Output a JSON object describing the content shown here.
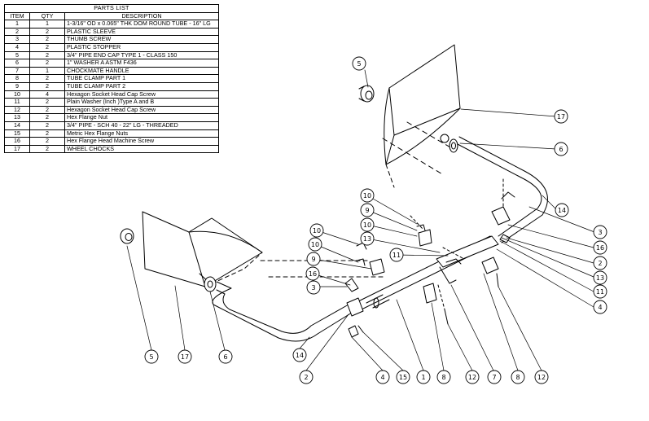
{
  "parts_list": {
    "title": "PARTS LIST",
    "columns": [
      "ITEM",
      "QTY",
      "DESCRIPTION"
    ],
    "rows": [
      {
        "item": "1",
        "qty": "1",
        "desc": "1-3/16\" OD x 0.065\" THK DOM ROUND TUBE - 16\" LG"
      },
      {
        "item": "2",
        "qty": "2",
        "desc": "PLASTIC SLEEVE"
      },
      {
        "item": "3",
        "qty": "2",
        "desc": "THUMB SCREW"
      },
      {
        "item": "4",
        "qty": "2",
        "desc": "PLASTIC STOPPER"
      },
      {
        "item": "5",
        "qty": "2",
        "desc": "3/4\" PIPE END CAP TYPE 1 - CLASS 150"
      },
      {
        "item": "6",
        "qty": "2",
        "desc": "1\" WASHER A ASTM F436"
      },
      {
        "item": "7",
        "qty": "1",
        "desc": "CHOCKMATE HANDLE"
      },
      {
        "item": "8",
        "qty": "2",
        "desc": "TUBE CLAMP PART 1"
      },
      {
        "item": "9",
        "qty": "2",
        "desc": "TUBE CLAMP PART 2"
      },
      {
        "item": "10",
        "qty": "4",
        "desc": "Hexagon Socket Head Cap Screw"
      },
      {
        "item": "11",
        "qty": "2",
        "desc": "Plain Washer (Inch )Type A and B"
      },
      {
        "item": "12",
        "qty": "2",
        "desc": "Hexagon Socket Head Cap Screw"
      },
      {
        "item": "13",
        "qty": "2",
        "desc": "Hex Flange Nut"
      },
      {
        "item": "14",
        "qty": "2",
        "desc": "3/4\" PIPE - SCH 40 - 22\" LG - THREADED"
      },
      {
        "item": "15",
        "qty": "2",
        "desc": "Metric Hex Flange Nuts"
      },
      {
        "item": "16",
        "qty": "2",
        "desc": "Hex Flange Head Machine Screw"
      },
      {
        "item": "17",
        "qty": "2",
        "desc": "WHEEL CHOCKS"
      }
    ]
  },
  "balloons": [
    "5",
    "17",
    "6",
    "14",
    "3",
    "16",
    "2",
    "13",
    "11",
    "4",
    "10",
    "9",
    "10",
    "13",
    "11",
    "10",
    "10",
    "9",
    "16",
    "3",
    "5",
    "17",
    "6",
    "14",
    "2",
    "4",
    "15",
    "1",
    "8",
    "12",
    "7",
    "8",
    "12"
  ]
}
